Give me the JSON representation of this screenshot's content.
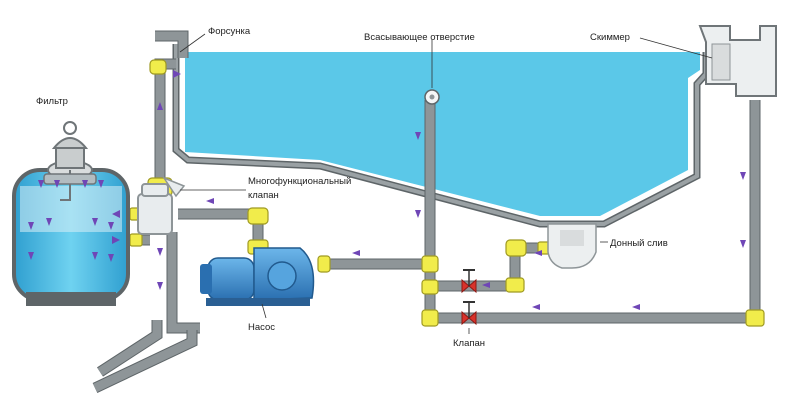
{
  "labels": {
    "nozzle": "Форсунка",
    "suction_inlet": "Всасывающее отверстие",
    "skimmer": "Скиммер",
    "filter": "Фильтр",
    "valve_multi_line1": "Многофункциональный",
    "valve_multi_line2": "клапан",
    "bottom_drain": "Донный слив",
    "pump": "Насос",
    "valve": "Клапан"
  },
  "colors": {
    "water": "#5bc8e8",
    "water_dark": "#2ea6cf",
    "pipe": "#8e9598",
    "fitting": "#f1ec4b",
    "flow_arrow": "#6f46b6",
    "valve_red": "#d9322b",
    "pump": "#3f8fcf"
  },
  "icons": {
    "flow": "arrow-icon",
    "valve": "valve-icon",
    "pump": "pump-icon",
    "filter": "filter-tank-icon",
    "skimmer": "skimmer-icon",
    "drain": "bottom-drain-icon"
  }
}
